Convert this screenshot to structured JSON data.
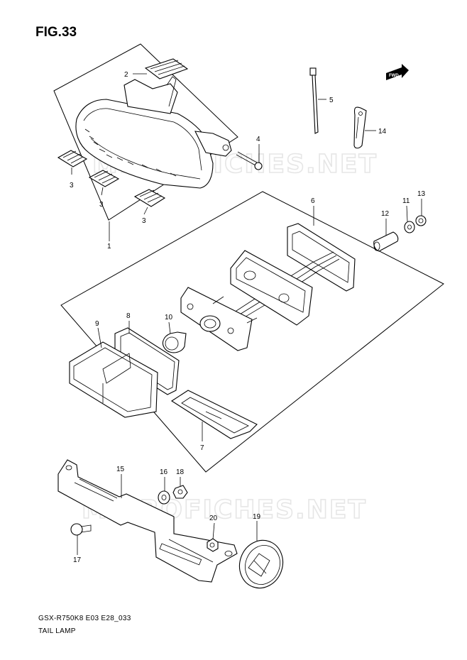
{
  "figure": {
    "title": "FIG.33",
    "code": "GSX-R750K8 E03 E28_033",
    "caption": "TAIL LAMP",
    "watermark": "MICROFICHES.NET",
    "fwd_label": "FWD"
  },
  "callouts": {
    "c1": "1",
    "c2": "2",
    "c3a": "3",
    "c3b": "3",
    "c3c": "3",
    "c4": "4",
    "c5": "5",
    "c6": "6",
    "c7": "7",
    "c8": "8",
    "c9": "9",
    "c10": "10",
    "c11": "11",
    "c12": "12",
    "c13": "13",
    "c14": "14",
    "c15": "15",
    "c16": "16",
    "c17": "17",
    "c18": "18",
    "c19": "19",
    "c20": "20"
  }
}
